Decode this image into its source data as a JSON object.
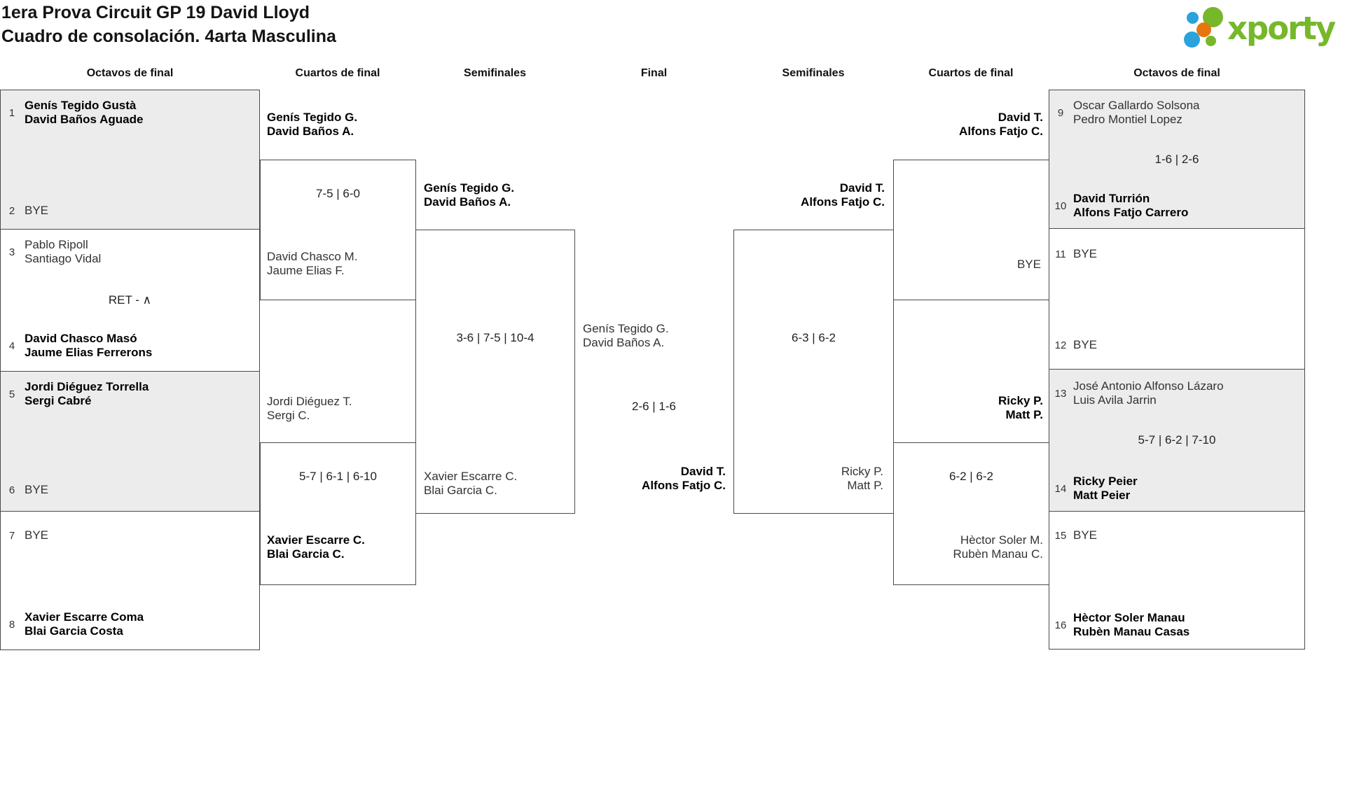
{
  "title": {
    "line1": "1era Prova Circuit GP 19 David Lloyd",
    "line2": "Cuadro de consolación. 4arta Masculina"
  },
  "logo": {
    "brand": "xporty"
  },
  "headers": {
    "oct_left": "Octavos de final",
    "qf_left": "Cuartos de final",
    "sf_left": "Semifinales",
    "final": "Final",
    "sf_right": "Semifinales",
    "qf_right": "Cuartos de final",
    "oct_right": "Octavos de final"
  },
  "octavos_left": [
    {
      "seed_top": "1",
      "top1": "Genís Tegido Gustà",
      "top2": "David Baños Aguade",
      "seed_bottom": "2",
      "bottom1": "BYE"
    },
    {
      "seed_top": "3",
      "top1": "Pablo Ripoll",
      "top2": "Santiago Vidal",
      "center": "RET - ∧",
      "seed_bottom": "4",
      "bottom1": "David Chasco Masó",
      "bottom2": "Jaume Elias Ferrerons"
    },
    {
      "seed_top": "5",
      "top1": "Jordi Diéguez Torrella",
      "top2": "Sergi Cabré",
      "seed_bottom": "6",
      "bottom1": "BYE"
    },
    {
      "seed_top": "7",
      "top1": "BYE",
      "seed_bottom": "8",
      "bottom1": "Xavier Escarre Coma",
      "bottom2": "Blai Garcia Costa"
    }
  ],
  "octavos_right": [
    {
      "seed_top": "9",
      "top1": "Oscar Gallardo Solsona",
      "top2": "Pedro Montiel Lopez",
      "center": "1-6 | 2-6",
      "seed_bottom": "10",
      "bottom1": "David Turrión",
      "bottom2": "Alfons Fatjo Carrero"
    },
    {
      "seed_top": "11",
      "top1": "BYE",
      "seed_bottom": "12",
      "bottom1": "BYE"
    },
    {
      "seed_top": "13",
      "top1": "José Antonio Alfonso Lázaro",
      "top2": "Luis Avila Jarrin",
      "center": "5-7 | 6-2 | 7-10",
      "seed_bottom": "14",
      "bottom1": "Ricky Peier",
      "bottom2": "Matt Peier"
    },
    {
      "seed_top": "15",
      "top1": "BYE",
      "seed_bottom": "16",
      "bottom1": "Hèctor Soler Manau",
      "bottom2": "Rubèn Manau Casas"
    }
  ],
  "qf_left": {
    "m1_winner1": "Genís Tegido G.",
    "m1_winner2": "David Baños A.",
    "m1_score": "7-5 | 6-0",
    "m1_loser1": "David Chasco M.",
    "m1_loser2": "Jaume Elias F.",
    "m2_top1": "Jordi Diéguez T.",
    "m2_top2": "Sergi C.",
    "m2_score": "5-7 | 6-1 | 6-10",
    "m2_bottom1": "Xavier Escarre C.",
    "m2_bottom2": "Blai Garcia C."
  },
  "sf_left": {
    "winner1": "Genís Tegido G.",
    "winner2": "David Baños A.",
    "score": "3-6 | 7-5 | 10-4",
    "bottom1": "Xavier Escarre C.",
    "bottom2": "Blai Garcia C."
  },
  "final": {
    "top1": "Genís Tegido G.",
    "top2": "David Baños A.",
    "score": "2-6 | 1-6",
    "winner1": "David T.",
    "winner2": "Alfons Fatjo C."
  },
  "sf_right": {
    "winner1": "David T.",
    "winner2": "Alfons Fatjo C.",
    "score": "6-3 | 6-2",
    "bottom1": "Ricky P.",
    "bottom2": "Matt P."
  },
  "qf_right": {
    "m1_winner1": "David T.",
    "m1_winner2": "Alfons Fatjo C.",
    "m1_bye": "BYE",
    "m2_winner1": "Ricky P.",
    "m2_winner2": "Matt P.",
    "m2_score": "6-2 | 6-2",
    "m2_bottom1": "Hèctor Soler M.",
    "m2_bottom2": "Rubèn Manau C."
  }
}
